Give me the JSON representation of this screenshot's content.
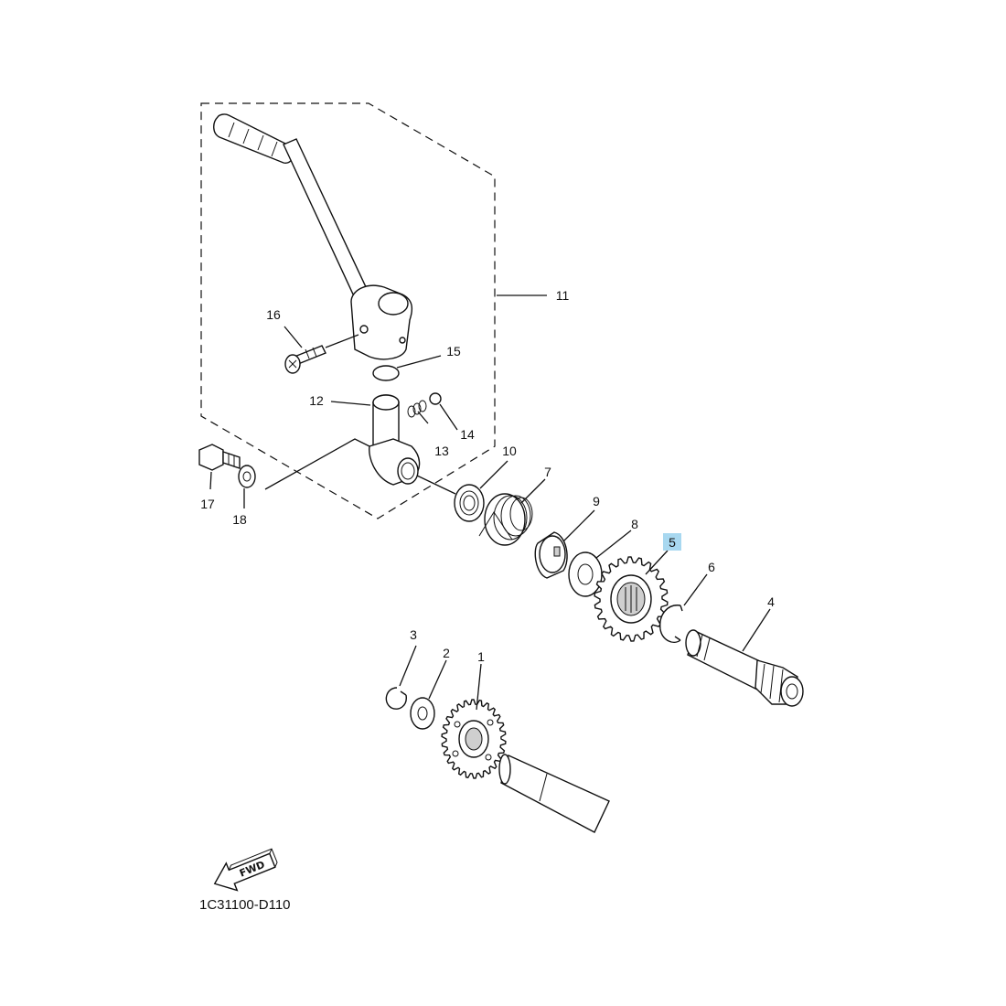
{
  "diagram_code": "1C31100-D110",
  "fwd_label": "FWD",
  "highlight_color": "#a8d8f0",
  "callouts": [
    {
      "id": "c1",
      "text": "1"
    },
    {
      "id": "c2",
      "text": "2"
    },
    {
      "id": "c3",
      "text": "3"
    },
    {
      "id": "c4",
      "text": "4"
    },
    {
      "id": "c5",
      "text": "5",
      "highlighted": true
    },
    {
      "id": "c6",
      "text": "6"
    },
    {
      "id": "c7",
      "text": "7"
    },
    {
      "id": "c8",
      "text": "8"
    },
    {
      "id": "c9",
      "text": "9"
    },
    {
      "id": "c10",
      "text": "10"
    },
    {
      "id": "c11",
      "text": "11"
    },
    {
      "id": "c12",
      "text": "12"
    },
    {
      "id": "c13",
      "text": "13"
    },
    {
      "id": "c14",
      "text": "14"
    },
    {
      "id": "c15",
      "text": "15"
    },
    {
      "id": "c16",
      "text": "16"
    },
    {
      "id": "c17",
      "text": "17"
    },
    {
      "id": "c18",
      "text": "18"
    }
  ]
}
